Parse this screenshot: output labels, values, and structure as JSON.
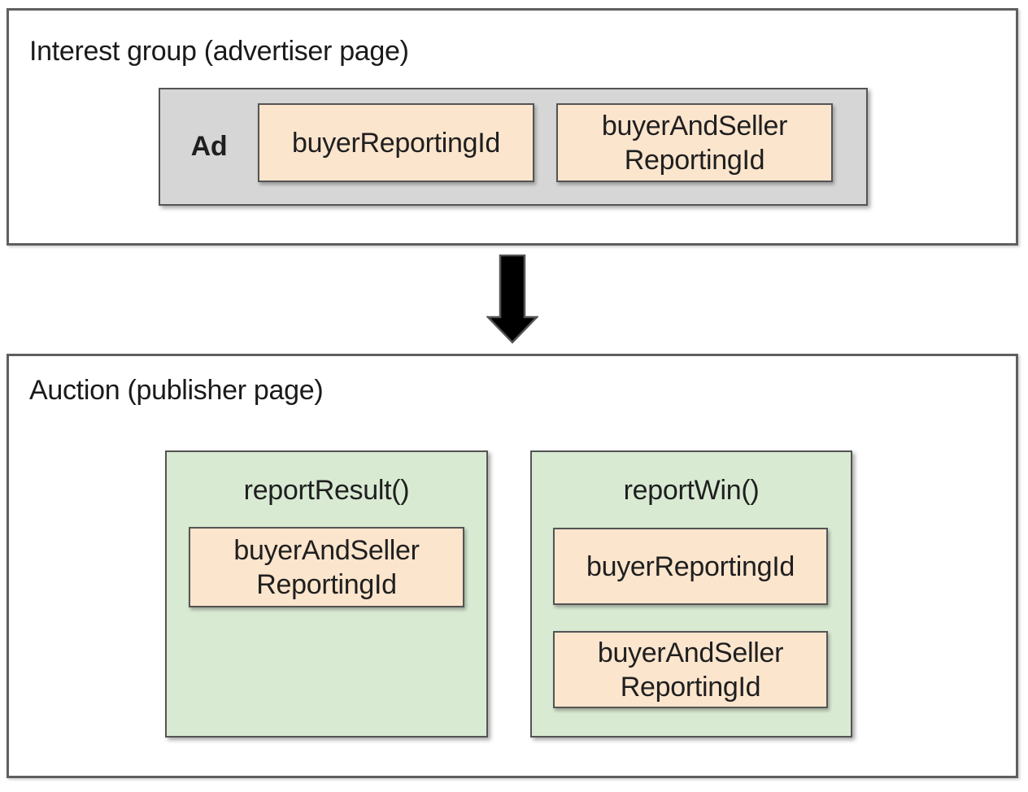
{
  "interest_group": {
    "title": "Interest group (advertiser page)",
    "ad": {
      "label": "Ad",
      "fields": [
        "buyerReportingId",
        "buyerAndSeller\nReportingId"
      ]
    }
  },
  "arrow": {
    "icon": "down-arrow-icon",
    "fill": "#000000",
    "outline": "#555555"
  },
  "auction": {
    "title": "Auction (publisher page)",
    "functions": [
      {
        "name": "reportResult()",
        "fields": [
          "buyerAndSeller\nReportingId"
        ]
      },
      {
        "name": "reportWin()",
        "fields": [
          "buyerReportingId",
          "buyerAndSeller\nReportingId"
        ]
      }
    ]
  },
  "colors": {
    "ad_container_fill": "#d6d6d6",
    "field_fill": "#fce5cd",
    "function_fill": "#d9ead3",
    "box_border": "#545454",
    "outer_border": "#5f5f5f",
    "text": "#1f1f1f",
    "background": "#ffffff"
  }
}
